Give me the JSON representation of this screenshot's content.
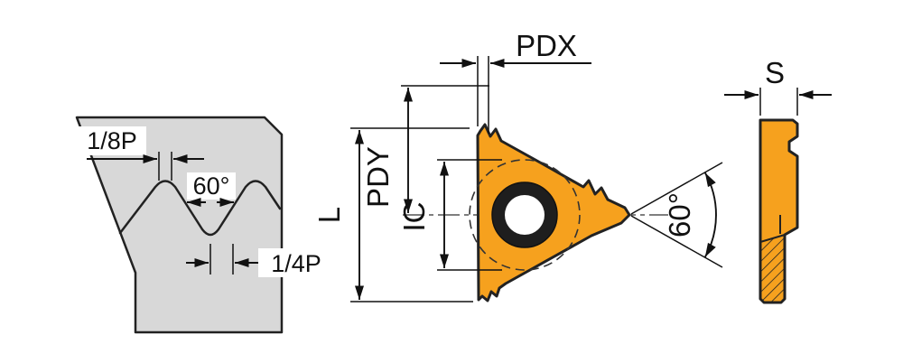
{
  "thread_profile": {
    "crest_width_label": "1/8P",
    "angle_label": "60°",
    "tip_width_label": "1/4P"
  },
  "insert_front": {
    "pdx_label": "PDX",
    "pdy_label": "PDY",
    "ic_label": "IC",
    "length_label": "L",
    "tip_angle_label": "60°"
  },
  "insert_side": {
    "thickness_label": "S"
  },
  "colors": {
    "insert": "#F6A11E",
    "insert_hole_ring": "#1E1E1E",
    "workpiece_gray": "#D8D8D8",
    "line": "#1a1a1a"
  }
}
